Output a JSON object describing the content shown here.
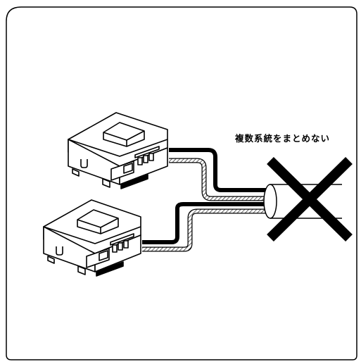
{
  "caption": "複数系統をまとめない",
  "colors": {
    "line": "#000000",
    "background": "#ffffff"
  },
  "icons": {
    "device_top": "terminal-block-device",
    "device_bottom": "terminal-block-device",
    "prohibition": "cross-mark-icon"
  }
}
